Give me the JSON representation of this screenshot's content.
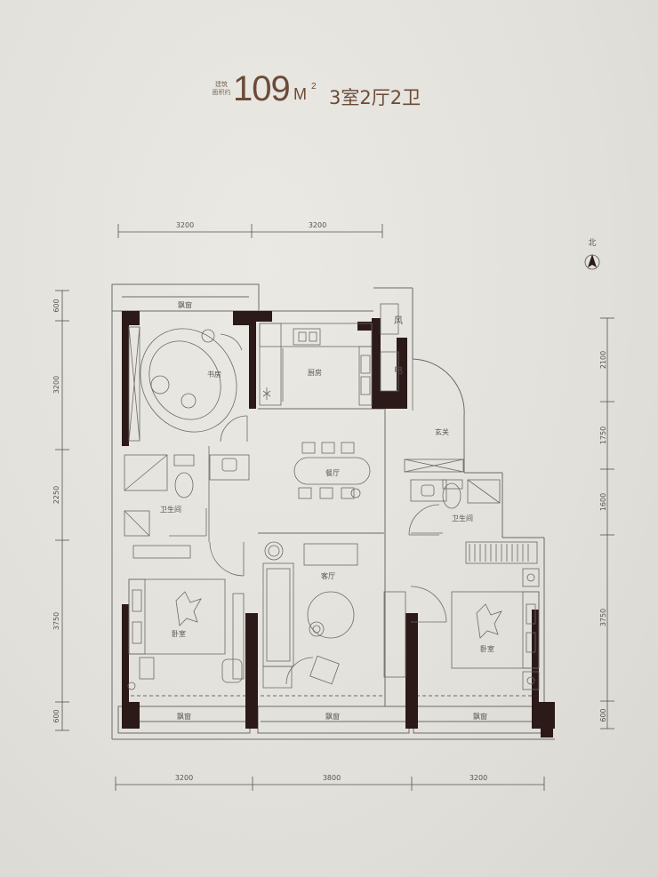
{
  "header": {
    "area_label_line1": "建筑",
    "area_label_line2": "面积约",
    "area_value": "109",
    "area_unit": "M",
    "area_sup": "2",
    "layout": "3室2厅2卫"
  },
  "compass": {
    "label": "北"
  },
  "dimensions": {
    "top": [
      "3200",
      "3200"
    ],
    "bottom": [
      "3200",
      "3800",
      "3200"
    ],
    "left": [
      "600",
      "3200",
      "2250",
      "3750",
      "600"
    ],
    "right": [
      "2100",
      "1750",
      "1600",
      "3750",
      "600"
    ]
  },
  "rooms": {
    "bay_window_study": "飘窗",
    "study": "书房",
    "kitchen": "厨房",
    "vent": "风",
    "electric": "电",
    "entrance": "玄关",
    "dining": "餐厅",
    "bathroom_left": "卫生间",
    "bathroom_right": "卫生间",
    "living": "客厅",
    "bedroom_left": "卧室",
    "bedroom_right": "卧室",
    "bay_window_bottom_left": "飘窗",
    "bay_window_bottom_mid": "飘窗",
    "bay_window_bottom_right": "飘窗"
  },
  "colors": {
    "wall": "#2b1a18",
    "line": "#6a6a6a",
    "accent": "#6b4b38"
  }
}
